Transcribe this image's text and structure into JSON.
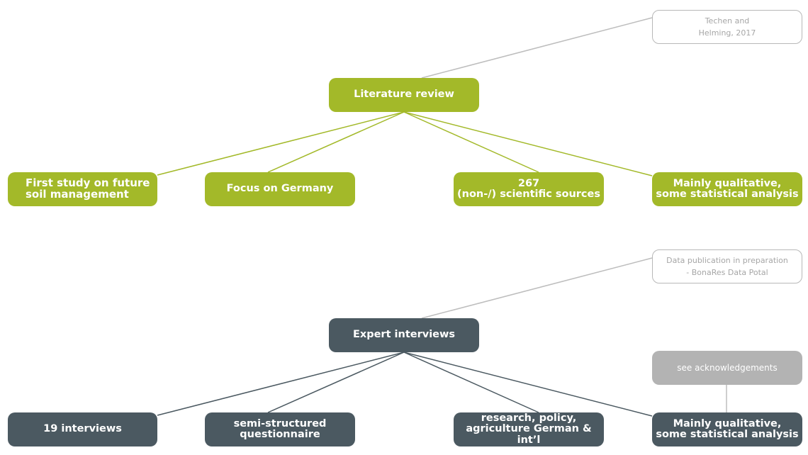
{
  "literature": {
    "citation": {
      "line1": "Techen and",
      "line2": "Helming, 2017"
    },
    "root": "Literature review",
    "children": [
      {
        "line1": "First study on future",
        "line2": "soil management"
      },
      {
        "line1": "Focus on Germany"
      },
      {
        "line1": "267",
        "line2": "(non-/) scientific sources"
      },
      {
        "line1": "Mainly qualitative,",
        "line2": "some statistical analysis"
      }
    ]
  },
  "interviews": {
    "citation": {
      "line1": "Data publication in preparation",
      "line2": "- BonaRes Data Potal"
    },
    "root": "Expert interviews",
    "acknowledgement": "see acknowledgements",
    "children": [
      {
        "line1": "19 interviews"
      },
      {
        "line1": "semi-structured",
        "line2": "questionnaire"
      },
      {
        "line1": "research, policy,",
        "line2": "agriculture German & int’l"
      },
      {
        "line1": "Mainly qualitative,",
        "line2": "some statistical analysis"
      }
    ]
  },
  "colors": {
    "green": "#a3b929",
    "dark": "#4b5961",
    "grey": "#b3b3b3",
    "outline": "#b8b8b8"
  }
}
